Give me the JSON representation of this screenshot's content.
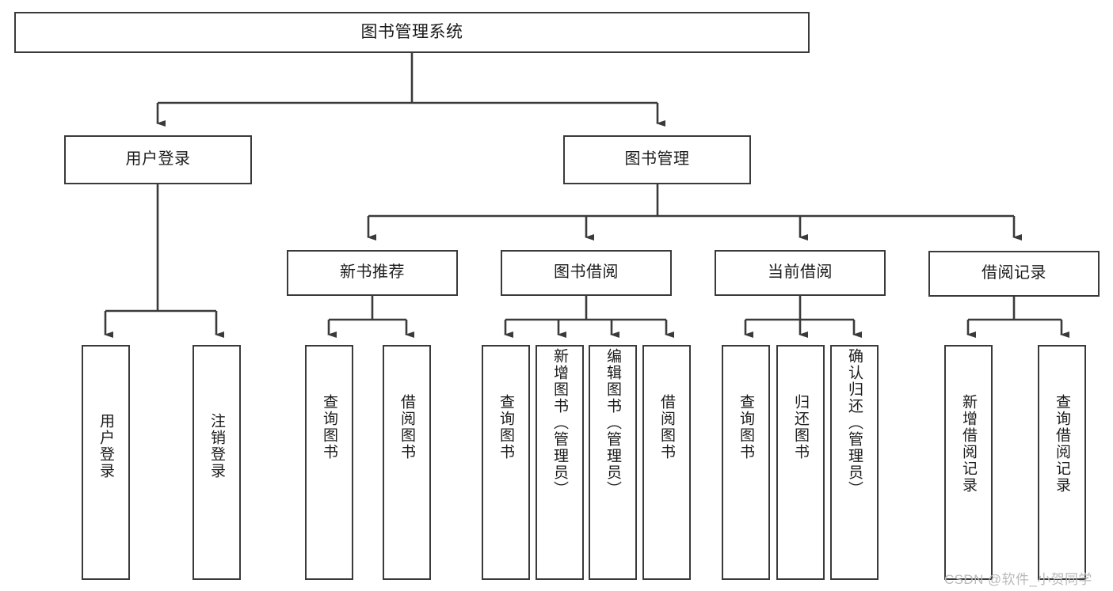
{
  "diagram": {
    "title": "图书管理系统",
    "type": "hierarchy-tree",
    "watermark": "CSDN @软件_小贺同学",
    "colors": {
      "box_border": "#3a3a3a",
      "box_fill": "#ffffff",
      "connector": "#3a3a3a",
      "text": "#1b1b1b",
      "watermark": "#b9b9b9",
      "background": "#ffffff"
    },
    "nodes": {
      "root": {
        "label": "图书管理系统"
      },
      "level2": [
        {
          "id": "user-login",
          "label": "用户登录"
        },
        {
          "id": "book-management",
          "label": "图书管理"
        }
      ],
      "level3": [
        {
          "id": "new-book-recommend",
          "label": "新书推荐"
        },
        {
          "id": "book-borrow",
          "label": "图书借阅"
        },
        {
          "id": "current-borrow",
          "label": "当前借阅"
        },
        {
          "id": "borrow-record",
          "label": "借阅记录"
        }
      ],
      "leaves": [
        {
          "id": "leaf-user-login",
          "parent": "user-login",
          "label": "用户登录"
        },
        {
          "id": "leaf-logout",
          "parent": "user-login",
          "label": "注销登录"
        },
        {
          "id": "leaf-query-book-1",
          "parent": "new-book-recommend",
          "label": "查询图书"
        },
        {
          "id": "leaf-borrow-book-1",
          "parent": "new-book-recommend",
          "label": "借阅图书"
        },
        {
          "id": "leaf-query-book-2",
          "parent": "book-borrow",
          "label": "查询图书"
        },
        {
          "id": "leaf-add-book",
          "parent": "book-borrow",
          "label": "新增图书（管理员）"
        },
        {
          "id": "leaf-edit-book",
          "parent": "book-borrow",
          "label": "编辑图书（管理员）"
        },
        {
          "id": "leaf-borrow-book-2",
          "parent": "book-borrow",
          "label": "借阅图书"
        },
        {
          "id": "leaf-query-book-3",
          "parent": "current-borrow",
          "label": "查询图书"
        },
        {
          "id": "leaf-return-book",
          "parent": "current-borrow",
          "label": "归还图书"
        },
        {
          "id": "leaf-confirm-return",
          "parent": "current-borrow",
          "label": "确认归还（管理员）"
        },
        {
          "id": "leaf-add-record",
          "parent": "borrow-record",
          "label": "新增借阅记录"
        },
        {
          "id": "leaf-query-record",
          "parent": "borrow-record",
          "label": "查询借阅记录"
        }
      ]
    }
  }
}
